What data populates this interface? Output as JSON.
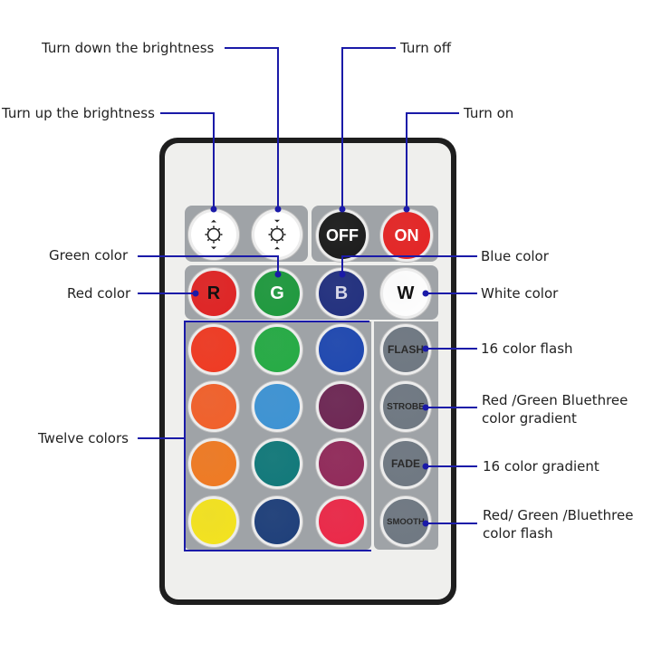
{
  "labels": {
    "brightness_down": "Turn down the brightness",
    "turn_off": "Turn off",
    "brightness_up": "Turn up the brightness",
    "turn_on": "Turn on",
    "green_color": "Green color",
    "blue_color": "Blue color",
    "red_color": "Red color",
    "white_color": "White color",
    "color_flash_16": "16 color flash",
    "rgb_gradient": "Red /Green Bluethree color gradient",
    "twelve_colors": "Twelve colors",
    "color_gradient_16": "16 color gradient",
    "rgb_flash": "Red/ Green /Bluethree color flash"
  },
  "buttons": {
    "off": "OFF",
    "on": "ON",
    "r": "R",
    "g": "G",
    "b": "B",
    "w": "W",
    "flash": "FLASH",
    "strobe": "STROBE",
    "fade": "FADE",
    "smooth": "SMOOTH"
  },
  "icons": {
    "brightness_up": "sun-arrows-out-icon",
    "brightness_down": "sun-arrows-in-icon"
  },
  "colors": {
    "wire": "#1a1aa8",
    "off": "#1c1c1c",
    "on": "#e52525",
    "r": "#e02424",
    "g": "#1f9a3e",
    "b": "#22307f",
    "w": "#ffffff",
    "mode": "#6f7882",
    "grid": [
      [
        "#f03a22",
        "#25ab44",
        "#1f48b0"
      ],
      [
        "#f2602a",
        "#3d93d4",
        "#6e2754"
      ],
      [
        "#f07a22",
        "#11797a",
        "#922a5a"
      ],
      [
        "#f4e31e",
        "#1e3f7a",
        "#ec2848"
      ]
    ]
  }
}
